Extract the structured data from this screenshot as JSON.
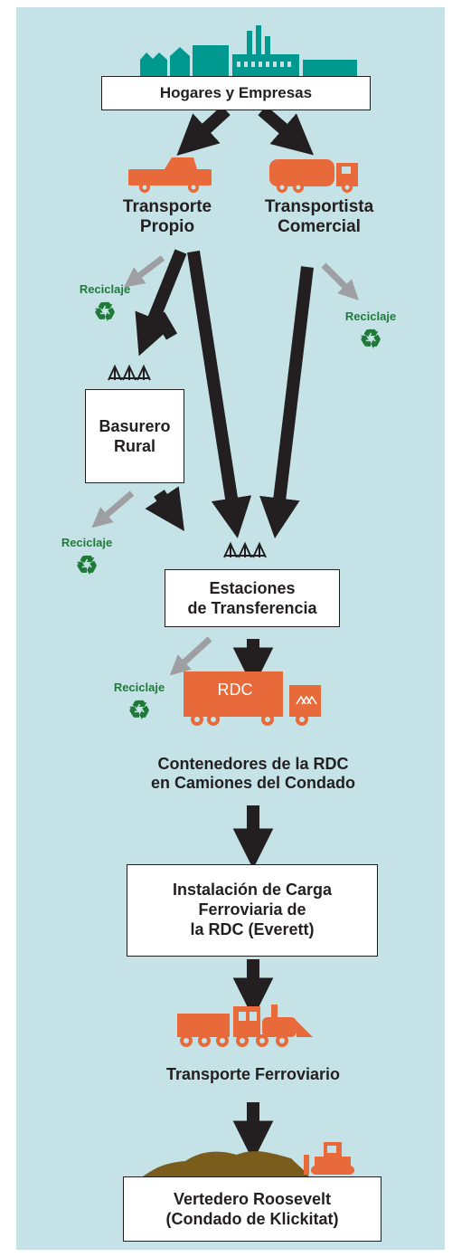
{
  "colors": {
    "background": "#c5e3e6",
    "factory": "#00998f",
    "vehicle": "#e8693a",
    "soil": "#7a5c1d",
    "main_arrow": "#231f20",
    "recycle_arrow": "#9d9fa2",
    "recycle_text": "#1f7a3a"
  },
  "nodes": {
    "households": {
      "label": "Hogares y Empresas",
      "icon": "buildings-icon"
    },
    "self_haul": {
      "lines": [
        "Transporte",
        "Propio"
      ],
      "icon": "pickup-truck-icon"
    },
    "commercial": {
      "lines": [
        "Transportista",
        "Comercial"
      ],
      "icon": "garbage-truck-icon"
    },
    "rural_dropbox": {
      "lines": [
        "Basurero",
        "Rural"
      ],
      "icon": "transfer-symbol-icon"
    },
    "transfer_stations": {
      "lines": [
        "Estaciones",
        "de Transferencia"
      ],
      "icon": "transfer-symbol-icon"
    },
    "containers": {
      "lines": [
        "Contenedores de la RDC",
        "en Camiones del Condado"
      ],
      "truck_text": "RDC",
      "icon": "container-truck-icon"
    },
    "intermodal": {
      "lines": [
        "Instalación de Carga",
        "Ferroviaria de",
        "la RDC (Everett)"
      ]
    },
    "rail": {
      "label": "Transporte Ferroviario",
      "icon": "locomotive-icon"
    },
    "landfill": {
      "lines": [
        "Vertedero Roosevelt",
        "(Condado de Klickitat)"
      ],
      "icon": "bulldozer-icon"
    }
  },
  "recycling": {
    "label": "Reciclaje",
    "symbol": "♻"
  }
}
